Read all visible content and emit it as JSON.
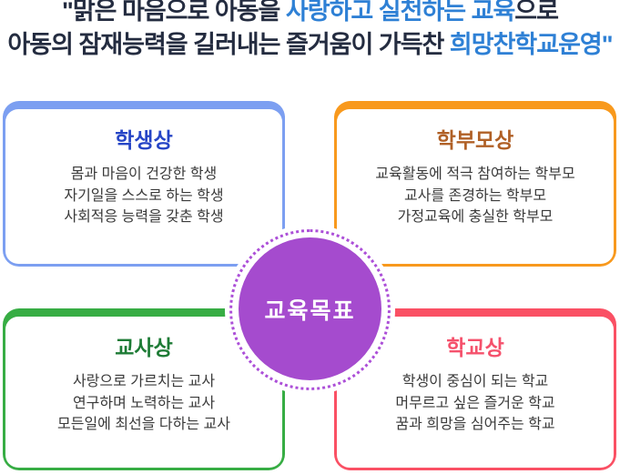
{
  "banner": {
    "line1": [
      {
        "text": "\"맑은 마음으로 아동을 ",
        "color": "#242C40"
      },
      {
        "text": "사랑하고 실천하는 교육",
        "color": "#2E80D5"
      },
      {
        "text": "으로",
        "color": "#242C40"
      }
    ],
    "line2": [
      {
        "text": "아동의 잠재능력을 길러내는 즐거움이 가득찬 ",
        "color": "#242C40"
      },
      {
        "text": "희망찬학교운영\"",
        "color": "#2E80D5"
      }
    ]
  },
  "center": {
    "label": "교육목표",
    "fill_color": "#A54BCE",
    "dot_color": "#AC4FD8",
    "halo_color": "#FFFFFF"
  },
  "cards": [
    {
      "id": "students",
      "title": "학생상",
      "title_color": "#2645C6",
      "accent": "#7C9FF1",
      "lines": [
        "몸과 마음이 건강한 학생",
        "자기일을 스스로 하는 학생",
        "사회적응 능력을 갖춘 학생"
      ]
    },
    {
      "id": "parents",
      "title": "학부모상",
      "title_color": "#B06026",
      "accent": "#F8991D",
      "lines": [
        "교육활동에 적극 참여하는 학부모",
        "교사를 존경하는 학부모",
        "가정교육에 충실한 학부모"
      ]
    },
    {
      "id": "teachers",
      "title": "교사상",
      "title_color": "#1D7B35",
      "accent": "#37AD44",
      "lines": [
        "사랑으로 가르치는 교사",
        "연구하며 노력하는 교사",
        "모든일에 최선을 다하는 교사"
      ]
    },
    {
      "id": "school",
      "title": "학교상",
      "title_color": "#F5516C",
      "accent": "#FA5064",
      "lines": [
        "학생이 중심이 되는 학교",
        "머무르고 싶은 즐거운 학교",
        "꿈과 희망을 심어주는 학교"
      ]
    }
  ]
}
